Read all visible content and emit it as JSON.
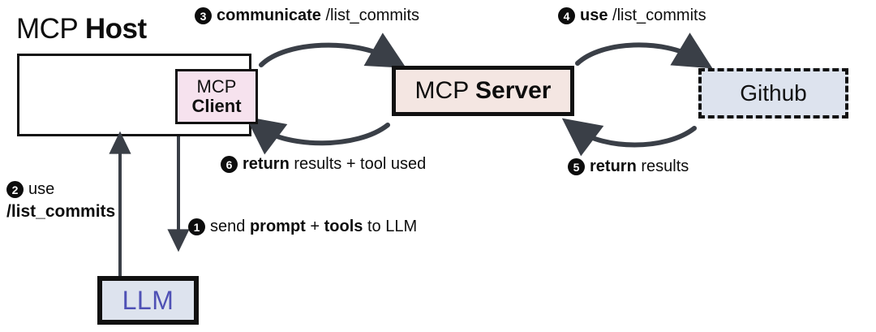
{
  "diagram": {
    "title_prefix": "MCP ",
    "title_bold": "Host",
    "nodes": {
      "host": {
        "label": "MCP Host",
        "type": "container",
        "border": "#111111",
        "fill": "#ffffff"
      },
      "client": {
        "line1": "MCP",
        "line2": "Client",
        "fill": "#f6e2ee",
        "border": "#111111"
      },
      "server": {
        "prefix": "MCP ",
        "bold": "Server",
        "fill": "#f4e6e2",
        "border": "#111111"
      },
      "github": {
        "label": "Github",
        "fill": "#dde3ee",
        "border": "#111111",
        "border_style": "dashed"
      },
      "llm": {
        "label": "LLM",
        "fill": "#dde3ee",
        "border": "#111111",
        "text_color": "#4f51b5"
      }
    },
    "steps": [
      {
        "number": "1",
        "plain_a": "send ",
        "bold_a": "prompt",
        "plain_b": " + ",
        "bold_b": "tools",
        "plain_c": " to LLM",
        "full": "send prompt + tools to LLM"
      },
      {
        "number": "2",
        "line1_plain": "use",
        "line2_bold": "/list_commits",
        "full": "use /list_commits"
      },
      {
        "number": "3",
        "bold": "communicate",
        "plain": " /list_commits",
        "full": "communicate /list_commits"
      },
      {
        "number": "4",
        "bold": "use",
        "plain": " /list_commits",
        "full": "use /list_commits"
      },
      {
        "number": "5",
        "bold": "return",
        "plain": " results",
        "full": "return results"
      },
      {
        "number": "6",
        "bold": "return",
        "plain": " results + tool used",
        "full": "return results + tool used"
      }
    ],
    "colors": {
      "stroke": "#3a3f47",
      "ink": "#0d0d0d",
      "client_fill": "#f6e2ee",
      "server_fill": "#f4e6e2",
      "github_fill": "#dde3ee",
      "llm_fill": "#dde3ee",
      "llm_text": "#4f51b5"
    }
  }
}
